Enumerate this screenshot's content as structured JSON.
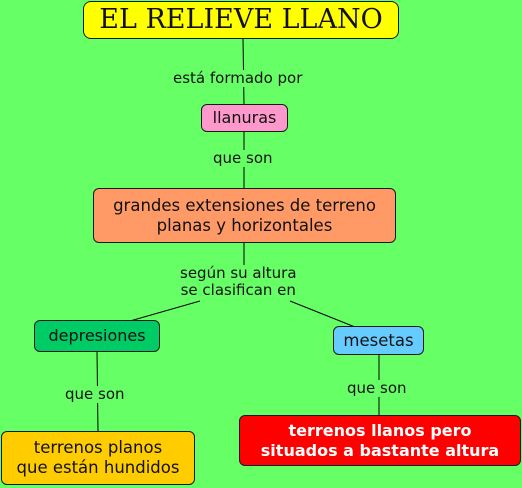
{
  "nodes": {
    "root": "EL RELIEVE LLANO",
    "llanuras": "llanuras",
    "grandes": "grandes extensiones de terreno\nplanas y horizontales",
    "depresiones": "depresiones",
    "mesetas": "mesetas",
    "planos": "terrenos planos\nque están hundidos",
    "altos": "terrenos llanos pero\nsituados a bastante altura"
  },
  "links": {
    "formado": "está formado por",
    "queson1": "que son",
    "segun": "según su altura\nse clasifican en",
    "queson2": "que son",
    "queson3": "que son"
  },
  "colors": {
    "background": "#66ff66",
    "root": "#ffff00",
    "llanuras": "#ff99cc",
    "grandes": "#ff9966",
    "depresiones": "#00cc66",
    "mesetas": "#66ccff",
    "planos": "#ffcc00",
    "altos": "#ff0000"
  }
}
